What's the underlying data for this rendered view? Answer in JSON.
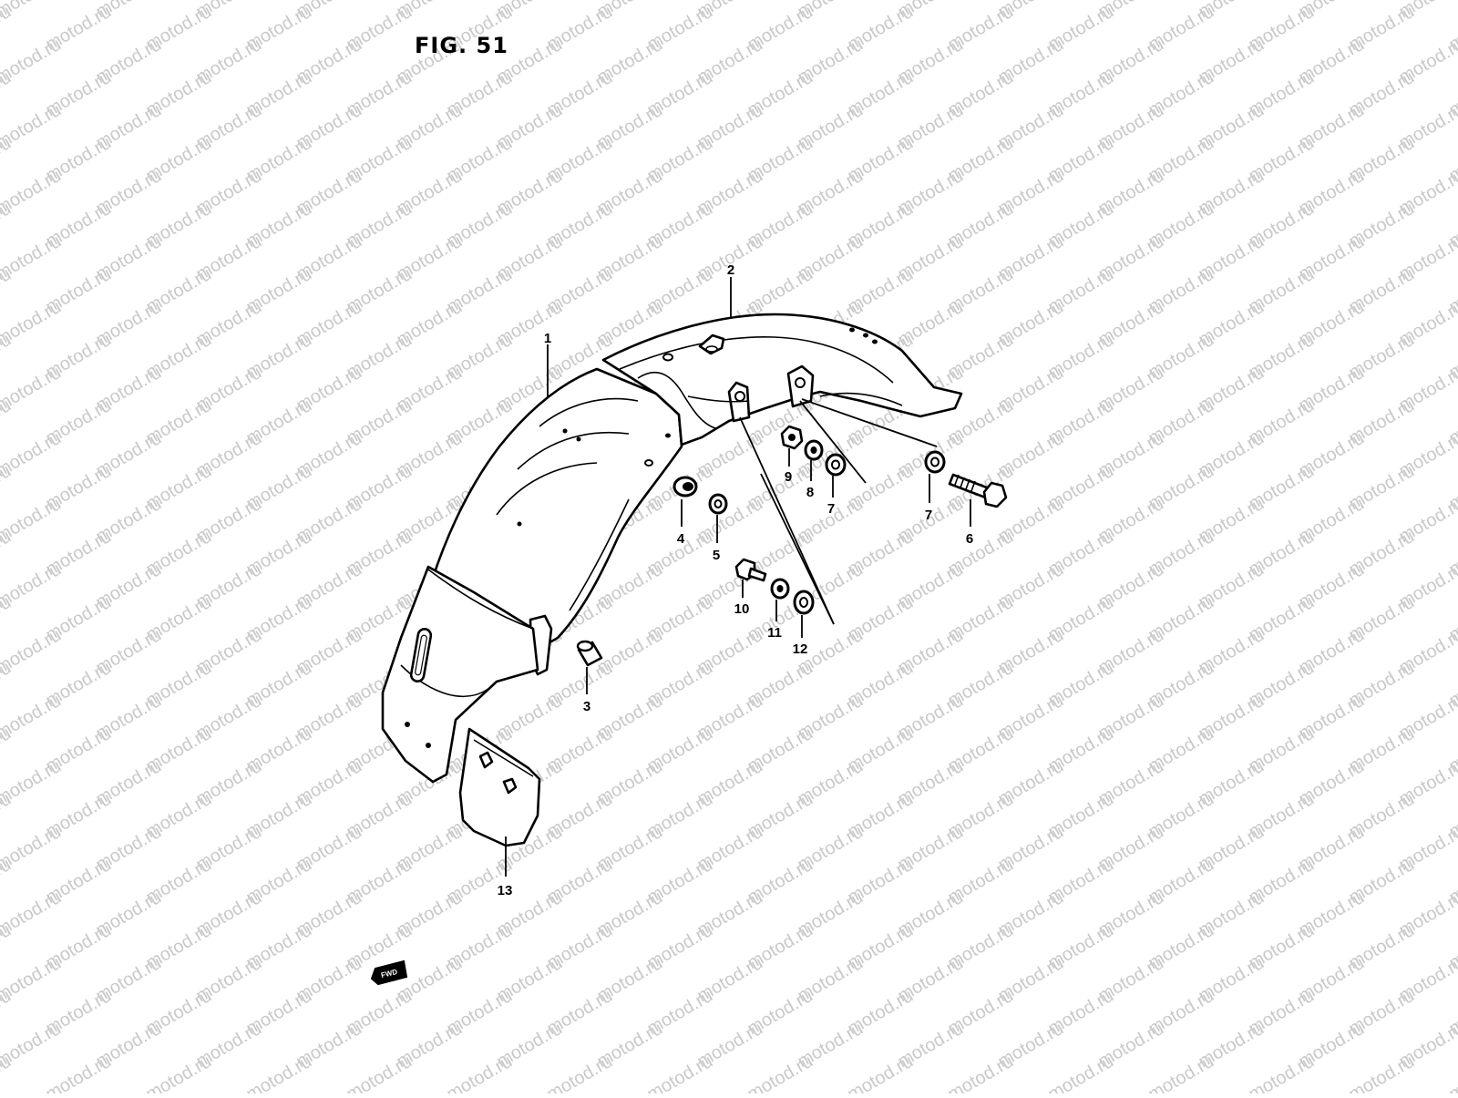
{
  "figure": {
    "title": "FIG. 51"
  },
  "watermark": {
    "text": "motod.ru",
    "color": "#c9c9c9"
  },
  "direction_badge": {
    "text": "FWD"
  },
  "callouts": [
    {
      "num": "1",
      "part": "rear fender front half"
    },
    {
      "num": "2",
      "part": "rear fender rear half"
    },
    {
      "num": "3",
      "part": "spacer"
    },
    {
      "num": "4",
      "part": "cushion"
    },
    {
      "num": "5",
      "part": "washer"
    },
    {
      "num": "6",
      "part": "bolt"
    },
    {
      "num": "7",
      "part": "washer"
    },
    {
      "num": "8",
      "part": "lock washer"
    },
    {
      "num": "9",
      "part": "nut"
    },
    {
      "num": "7",
      "part": "washer"
    },
    {
      "num": "10",
      "part": "bolt"
    },
    {
      "num": "11",
      "part": "lock washer"
    },
    {
      "num": "12",
      "part": "washer"
    },
    {
      "num": "13",
      "part": "mud flap"
    }
  ]
}
